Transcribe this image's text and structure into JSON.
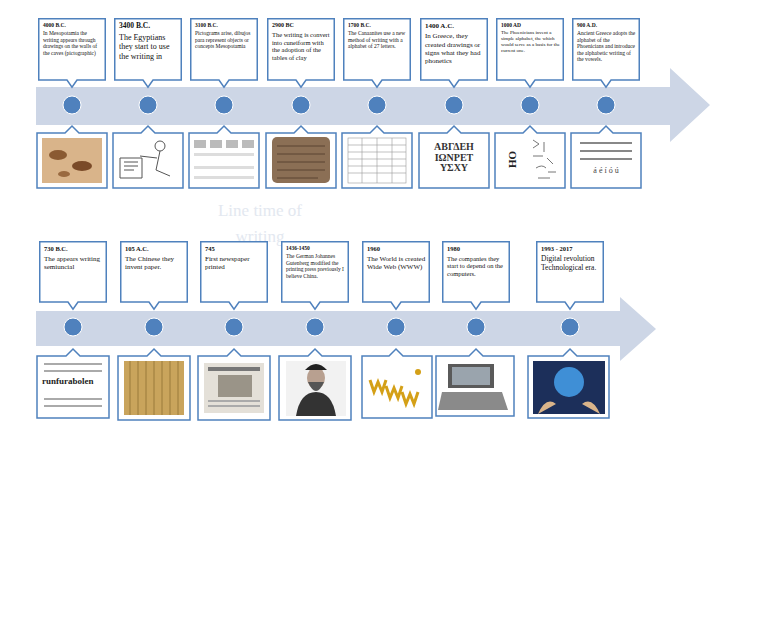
{
  "diagram": {
    "nodes": [
      {
        "text": [
          "4000 B.C.",
          "In Mesopotamia the writing appears through drawings on the walls of the caves (pictographic)"
        ]
      },
      {
        "text": [
          "3400 B.C.",
          "The Egyptians they start to use the writing in"
        ]
      },
      {
        "text": [
          "3100 B.C.",
          "Pictograms arise, dibujos para represent objects or concepts Mesopotamia"
        ]
      },
      {
        "text": [
          "2900 BC",
          "The writing is convert into cuneiform with the adoption of the tables of clay"
        ]
      },
      {
        "text": [
          "1700 B.C.",
          "The Canaanites use a new method of writing with a alphabet of 27 letters."
        ]
      },
      {
        "text": [
          "1400 A.C.",
          "In Greece, they created drawings or signs what they had phonetics"
        ]
      },
      {
        "text": [
          "1000 AD",
          "The Phoenicians invent a simple alphabet, the which would serve as a basis for the current one."
        ]
      },
      {
        "text": [
          "900 A.D.",
          "Ancient Greece adopts the alphabet of the Phoenicians and introduce the alphabetic writing of the vowels."
        ]
      },
      {
        "text": [
          "730 B.C.",
          "The appears writing semiuncial"
        ]
      },
      {
        "text": [
          "105 A.C.",
          "The Chinese they invent paper."
        ]
      },
      {
        "text": [
          "745",
          "First newspaper printed"
        ]
      },
      {
        "text": [
          "1436-1450",
          "The German Johannes Gutenberg modified the printing press previously I believe China."
        ]
      },
      {
        "text": [
          "1960",
          "The World is created Wide Web (WWW)"
        ]
      },
      {
        "text": [
          "1980",
          "The companies they start to depend on the computers."
        ]
      },
      {
        "text": [
          "1993 - 2017",
          "Digital revolution Technological era."
        ]
      }
    ],
    "labels": [
      "Line time of writing",
      "ΑΒΓΔΕΗ ΙΩΝΡΕΤ ΥΣΧΥ",
      "HO",
      "á é í ó ú",
      "runfurabolen"
    ]
  }
}
